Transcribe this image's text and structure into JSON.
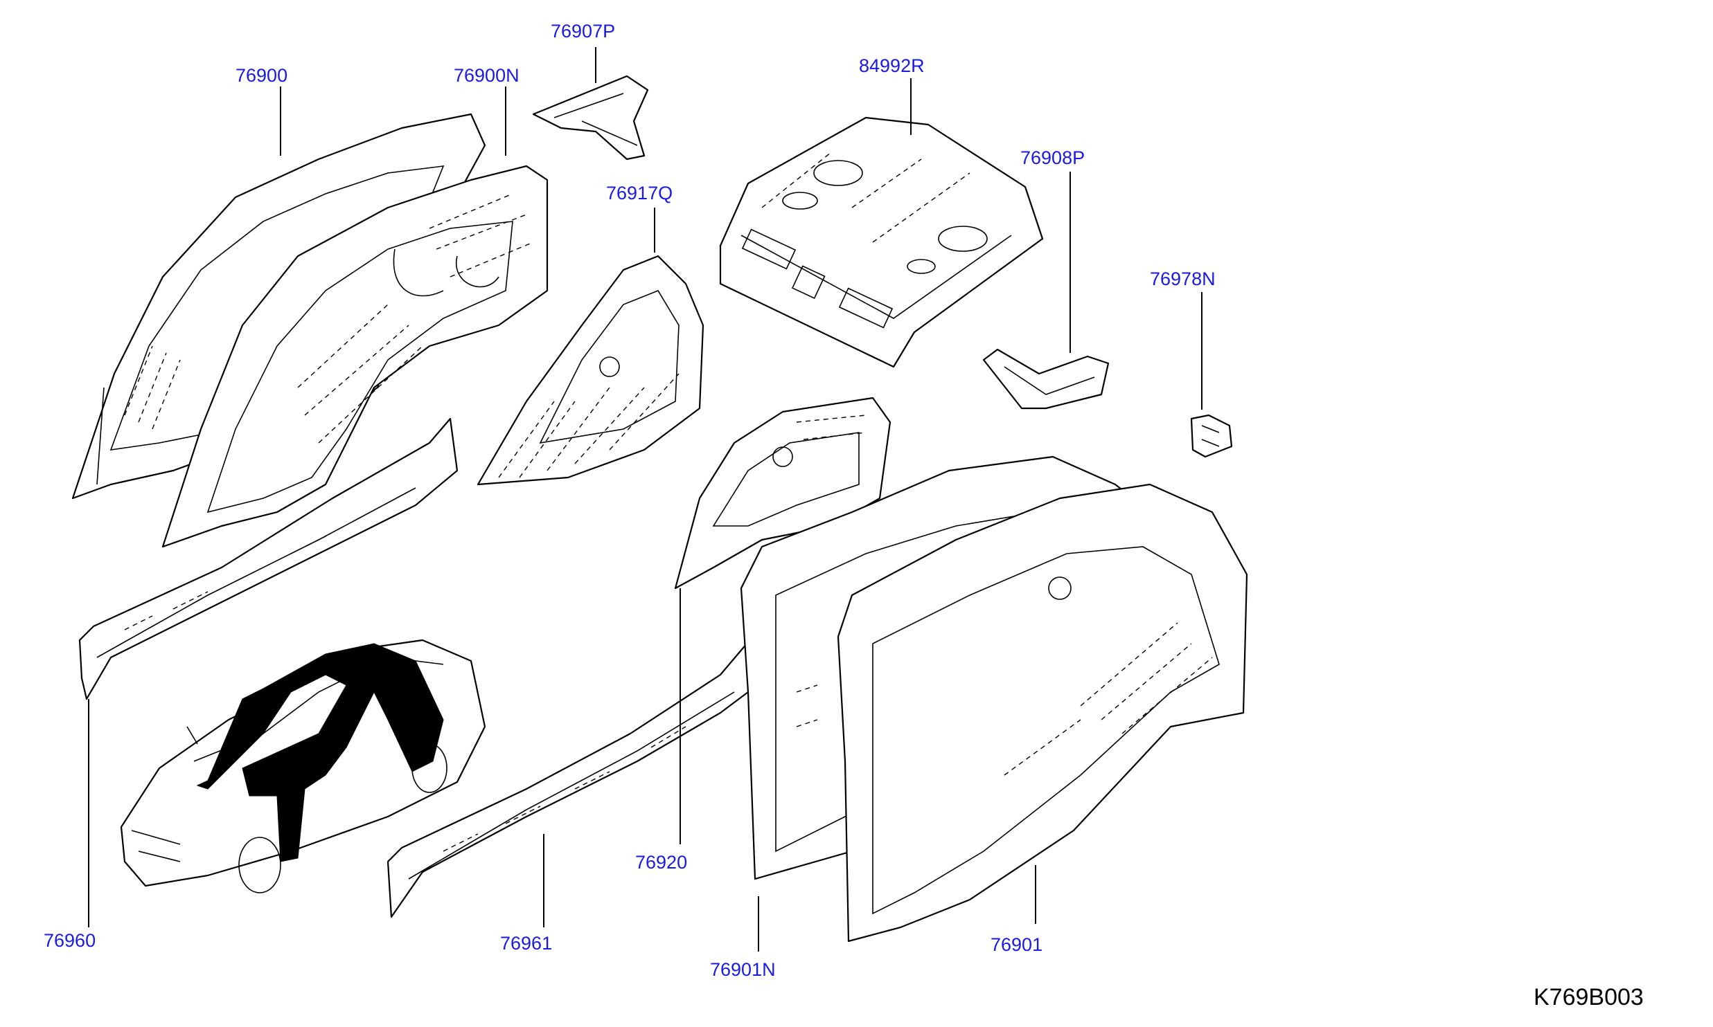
{
  "diagram_code": "K769B003",
  "callouts": [
    {
      "id": "76900",
      "text": "76900"
    },
    {
      "id": "76900N",
      "text": "76900N"
    },
    {
      "id": "76907P",
      "text": "76907P"
    },
    {
      "id": "84992R",
      "text": "84992R"
    },
    {
      "id": "76908P",
      "text": "76908P"
    },
    {
      "id": "76917Q",
      "text": "76917Q"
    },
    {
      "id": "76978N",
      "text": "76978N"
    },
    {
      "id": "76960",
      "text": "76960"
    },
    {
      "id": "76961",
      "text": "76961"
    },
    {
      "id": "76920",
      "text": "76920"
    },
    {
      "id": "76901N",
      "text": "76901N"
    },
    {
      "id": "76901",
      "text": "76901"
    }
  ],
  "colors": {
    "callout": "#1a1ae6",
    "line": "#000000",
    "background": "#ffffff"
  }
}
